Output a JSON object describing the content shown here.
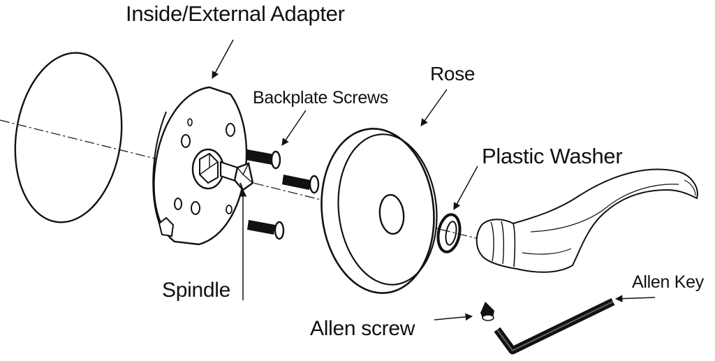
{
  "labels": {
    "inside_external_adapter": "Inside/External Adapter",
    "backplate_screws": "Backplate Screws",
    "rose": "Rose",
    "plastic_washer": "Plastic Washer",
    "spindle": "Spindle",
    "allen_key": "Allen Key",
    "allen_screw": "Allen screw"
  },
  "colors": {
    "line": "#111111",
    "background": "#ffffff"
  }
}
